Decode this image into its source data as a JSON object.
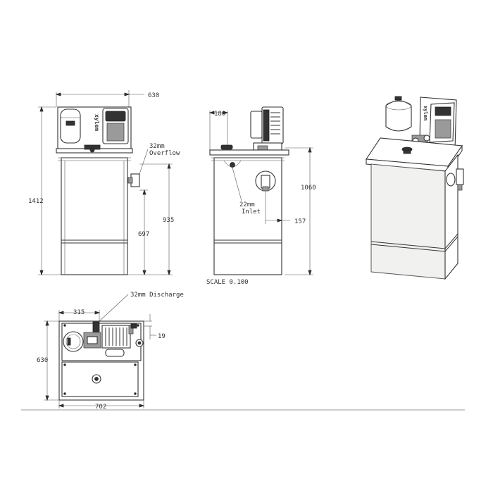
{
  "front_view": {
    "width_dim": "630",
    "height_dim": "1412",
    "overflow_height_dim": "935",
    "lower_height_dim": "697",
    "overflow_label_line1": "32mm",
    "overflow_label_line2": "Overflow",
    "brand_text": "xylem"
  },
  "side_view": {
    "offset_dim": "180",
    "height_dim": "1060",
    "inlet_offset_dim": "157",
    "inlet_label_line1": "22mm",
    "inlet_label_line2": "Inlet",
    "scale_text": "SCALE 0.100"
  },
  "top_view": {
    "offset_dim": "315",
    "depth_dim": "630",
    "width_dim": "702",
    "small_dim": "19",
    "discharge_label": "32mm Discharge"
  },
  "iso_view": {
    "brand_text": "xylem"
  },
  "colors": {
    "line": "#333333",
    "background": "#ffffff"
  }
}
